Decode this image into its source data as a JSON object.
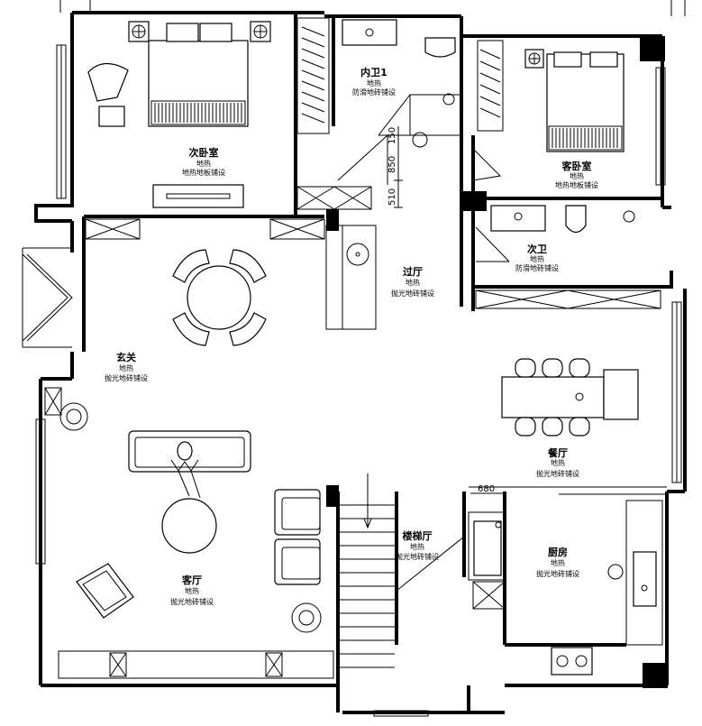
{
  "rooms": [
    {
      "id": "bedroom2",
      "name": "次卧室",
      "line1": "地热",
      "line2": "地热地板铺设"
    },
    {
      "id": "bath1",
      "name": "内卫1",
      "line1": "地热",
      "line2": "防滑地砖铺设"
    },
    {
      "id": "guest",
      "name": "客卧室",
      "line1": "地热",
      "line2": "地热地板铺设"
    },
    {
      "id": "bath2",
      "name": "次卫",
      "line1": "地热",
      "line2": "防滑地砖铺设"
    },
    {
      "id": "hall",
      "name": "过厅",
      "line1": "地热",
      "line2": "抛光地砖铺设"
    },
    {
      "id": "foyer",
      "name": "玄关",
      "line1": "地热",
      "line2": "抛光地砖铺设"
    },
    {
      "id": "dining",
      "name": "餐厅",
      "line1": "地热",
      "line2": "抛光地砖铺设"
    },
    {
      "id": "stair",
      "name": "楼梯厅",
      "line1": "地热",
      "line2": "抛光地砖铺设"
    },
    {
      "id": "kitchen",
      "name": "厨房",
      "line1": "地热",
      "line2": "抛光地砖铺设"
    },
    {
      "id": "living",
      "name": "客厅",
      "line1": "地热",
      "line2": "抛光地砖铺设"
    }
  ],
  "dimensions": {
    "d150": "150",
    "d850": "850",
    "d510": "510",
    "d680": "680"
  }
}
